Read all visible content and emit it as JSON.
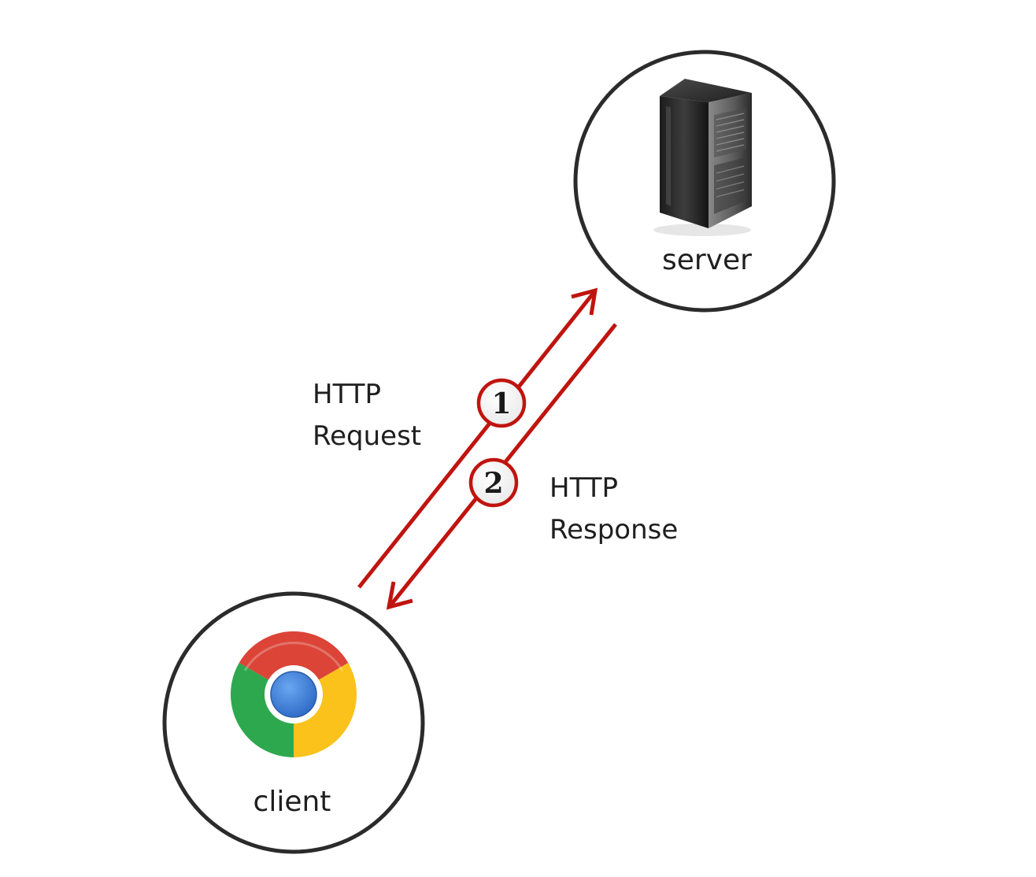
{
  "nodes": {
    "server": {
      "label": "server",
      "icon": "server-tower-icon"
    },
    "client": {
      "label": "client",
      "icon": "chrome-browser-icon"
    }
  },
  "arrows": {
    "request": {
      "step": "1",
      "label_line1": "HTTP",
      "label_line2": "Request"
    },
    "response": {
      "step": "2",
      "label_line1": "HTTP",
      "label_line2": "Response"
    }
  },
  "colors": {
    "arrow": "#c0140f",
    "node_border": "#2b2b2b",
    "chrome_red": "#db4437",
    "chrome_green": "#2ea84f",
    "chrome_yellow": "#fbc21b",
    "chrome_blue": "#3d7ed6"
  }
}
